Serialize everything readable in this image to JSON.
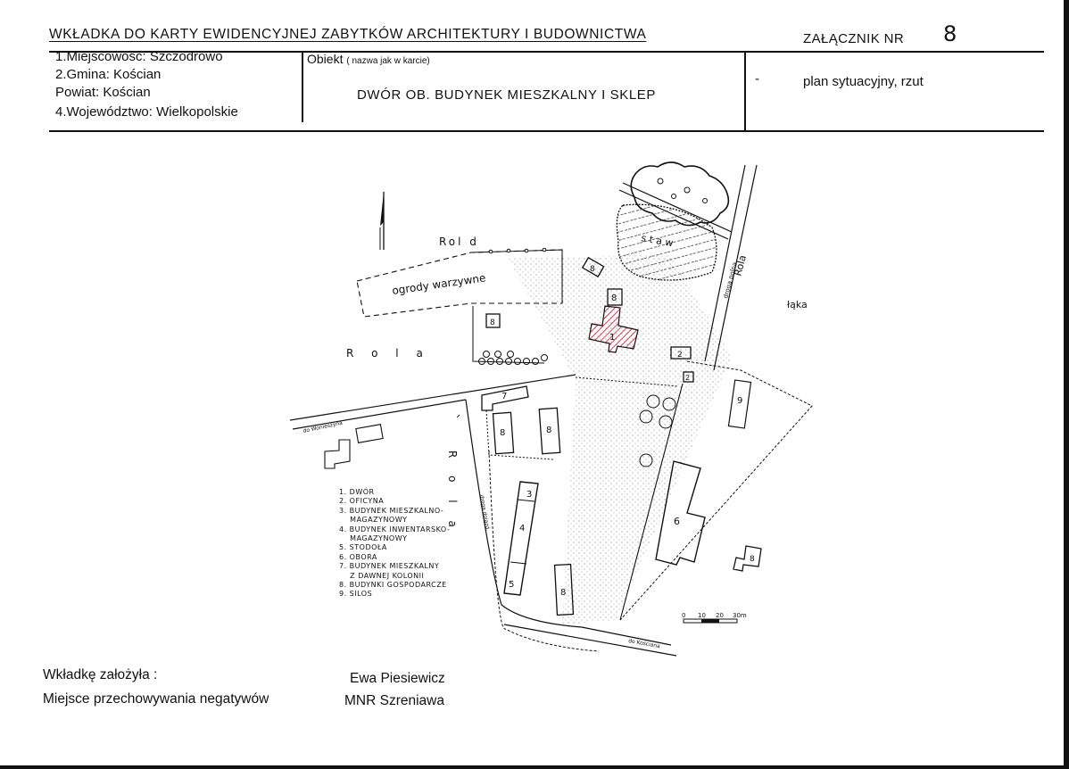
{
  "header": {
    "title": "WKŁADKA DO KARTY EWIDENCYJNEJ ZABYTKÓW ARCHITEKTURY I BUDOWNICTWA",
    "annex_label": "ZAŁĄCZNIK NR",
    "annex_number": "8"
  },
  "location": {
    "place": "1.Miejscowość: Szczodrowo",
    "commune": "2.Gmina: Kościan",
    "district": "Powiat: Kościan",
    "voivodeship": "4.Województwo: Wielkopolskie"
  },
  "object": {
    "label": "Obiekt",
    "label_note": "( nazwa jak w karcie)",
    "name": "DWÓR OB. BUDYNEK MIESZKALNY I SKLEP"
  },
  "plan": {
    "dash": "-",
    "type": "plan sytuacyjny, rzut"
  },
  "map": {
    "labels": {
      "rola_top": "Rol d",
      "rola_left": "R o l a",
      "rola_vertical": "R o l a",
      "rola_right": "Rola",
      "ogrody": "ogrody warzywne",
      "staw": "s t a w",
      "laka": "łąka",
      "to_wonieszyn": "do Wonieszyna",
      "to_koscian": "do Kościana",
      "road_polna": "droga polna",
      "road_dojazd": "droga dojazd."
    },
    "buildings": [
      "1",
      "2",
      "3",
      "4",
      "5",
      "6",
      "7",
      "8",
      "9"
    ],
    "scale": [
      "0",
      "10",
      "20",
      "30m"
    ]
  },
  "legend": [
    "1. DWÓR",
    "2. OFICYNA",
    "3. BUDYNEK MIESZKALNO-",
    "    MAGAZYNOWY",
    "4. BUDYNEK INWENTARSKO-",
    "    MAGAZYNOWY",
    "5. STODOŁA",
    "6. OBORA",
    "7. BUDYNEK MIESZKALNY",
    "    Z DAWNEJ KOLONII",
    "8. BUDYNKI GOSPODARCZE",
    "9. SILOS"
  ],
  "footer": {
    "made_by_label": "Wkładkę założyła :",
    "negatives_label": "Miejsce przechowywania negatywów",
    "author": "Ewa Piesiewicz",
    "place": "MNR Szreniawa"
  },
  "colors": {
    "ink": "#111111",
    "highlight": "#c0203a"
  }
}
